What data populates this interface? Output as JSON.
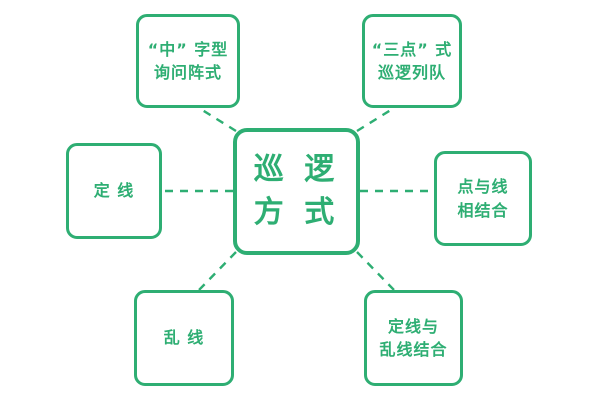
{
  "diagram": {
    "type": "mind-map",
    "title": "巡逻方式",
    "background_color": "#ffffff",
    "accent_color": "#2eae73",
    "center": {
      "name": "center-node",
      "line1": "巡 逻",
      "line2": "方 式"
    },
    "branches": [
      {
        "id": "top-left",
        "line1": "“中” 字型",
        "line2": "询问阵式",
        "connector": "dashed-diagonal"
      },
      {
        "id": "top-right",
        "line1": "“三点” 式",
        "line2": "巡逻列队",
        "connector": "dashed-diagonal"
      },
      {
        "id": "left",
        "line1": "定 线",
        "line2": "",
        "connector": "dashed-horizontal"
      },
      {
        "id": "right",
        "line1": "点与线",
        "line2": "相结合",
        "connector": "dashed-horizontal"
      },
      {
        "id": "bottom-left",
        "line1": "乱 线",
        "line2": "",
        "connector": "dashed-diagonal"
      },
      {
        "id": "bottom-right",
        "line1": "定线与",
        "line2": "乱线结合",
        "connector": "dashed-diagonal"
      }
    ]
  }
}
